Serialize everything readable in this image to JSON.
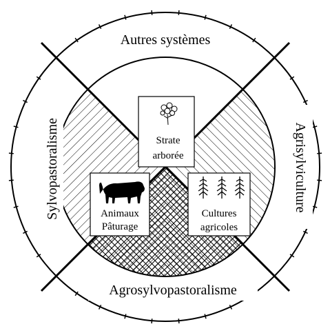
{
  "diagram": {
    "ring_labels": {
      "top": "Autres systèmes",
      "left": "Sylvopastoralisme",
      "right": "Agrisylviculture",
      "bottom": "Agrosylvopastoralisme"
    },
    "boxes": {
      "trees": {
        "line1": "Strate",
        "line2": "arborée",
        "icon": "tree-icon"
      },
      "animals": {
        "line1": "Animaux",
        "line2": "Pâturage",
        "icon": "cow-icon"
      },
      "crops": {
        "line1": "Cultures",
        "line2": "agricoles",
        "icon": "crop-plants-icon"
      }
    }
  }
}
